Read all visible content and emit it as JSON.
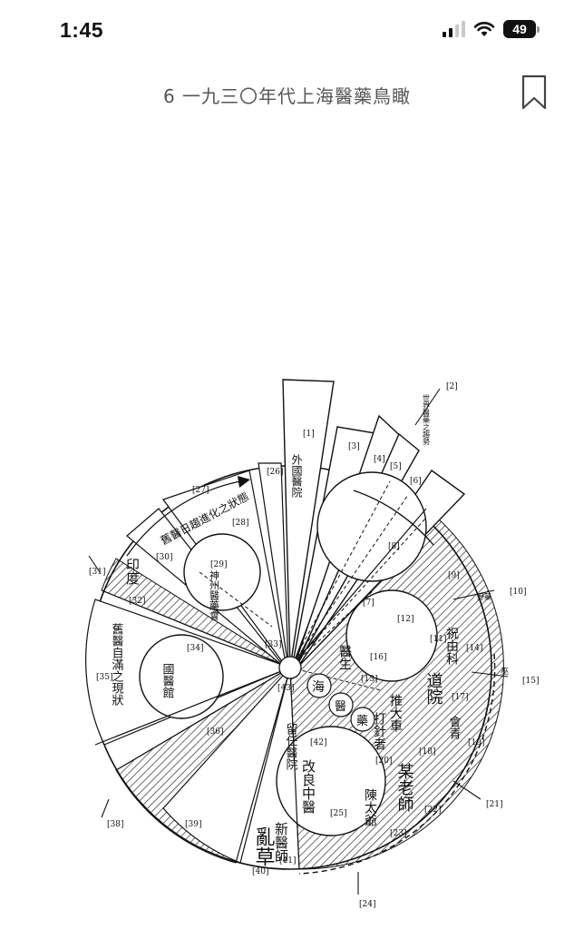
{
  "status_bar": {
    "time": "1:45",
    "battery": "49",
    "icons": [
      "signal-icon",
      "wifi-icon",
      "battery-icon"
    ]
  },
  "header": {
    "title": "6 一九三〇年代上海醫藥鳥瞰",
    "bookmark_icon": "bookmark-icon"
  },
  "diagram": {
    "center_label": "[43]",
    "labels": [
      {
        "id": "l1",
        "text": "外國醫院"
      },
      {
        "id": "l1n",
        "text": "[1]"
      },
      {
        "id": "l2n",
        "text": "[2]"
      },
      {
        "id": "l2",
        "text": "世界醫藥之趨勢"
      },
      {
        "id": "l3n",
        "text": "[3]"
      },
      {
        "id": "l4n",
        "text": "[4]"
      },
      {
        "id": "l5n",
        "text": "[5]"
      },
      {
        "id": "l6n",
        "text": "[6]"
      },
      {
        "id": "l7n",
        "text": "[7]"
      },
      {
        "id": "l8n",
        "text": "[8]"
      },
      {
        "id": "l9n",
        "text": "[9]"
      },
      {
        "id": "l10n",
        "text": "[10]"
      },
      {
        "id": "l10",
        "text": "野藥"
      },
      {
        "id": "l11n",
        "text": "[11]"
      },
      {
        "id": "l12n",
        "text": "[12]"
      },
      {
        "id": "l13n",
        "text": "[13]"
      },
      {
        "id": "l14n",
        "text": "[14]"
      },
      {
        "id": "l14",
        "text": "祝由科"
      },
      {
        "id": "l15n",
        "text": "[15]"
      },
      {
        "id": "l15",
        "text": "巫"
      },
      {
        "id": "l16n",
        "text": "[16]"
      },
      {
        "id": "l17n",
        "text": "[17]"
      },
      {
        "id": "l17",
        "text": "道院"
      },
      {
        "id": "l18n",
        "text": "[18]"
      },
      {
        "id": "l19n",
        "text": "[19]"
      },
      {
        "id": "l19",
        "text": "會青"
      },
      {
        "id": "l20n",
        "text": "[20]"
      },
      {
        "id": "l20",
        "text": "推大車"
      },
      {
        "id": "l20b",
        "text": "打針者"
      },
      {
        "id": "l21n",
        "text": "[21]"
      },
      {
        "id": "l22n",
        "text": "[22]"
      },
      {
        "id": "l22",
        "text": "某老師"
      },
      {
        "id": "l23n",
        "text": "[23]"
      },
      {
        "id": "l23",
        "text": "陳太爺"
      },
      {
        "id": "l24n",
        "text": "[24]"
      },
      {
        "id": "l25n",
        "text": "[25]"
      },
      {
        "id": "l25",
        "text": "改良中醫"
      },
      {
        "id": "l26n",
        "text": "[26]"
      },
      {
        "id": "l27n",
        "text": "[27]"
      },
      {
        "id": "l27",
        "text": "舊醫日趨進化之狀態"
      },
      {
        "id": "l28n",
        "text": "[28]"
      },
      {
        "id": "l29n",
        "text": "[29]"
      },
      {
        "id": "l29",
        "text": "神州醫藥會"
      },
      {
        "id": "l30n",
        "text": "[30]"
      },
      {
        "id": "l31n",
        "text": "[31]"
      },
      {
        "id": "l32n",
        "text": "[32]"
      },
      {
        "id": "l32",
        "text": "印度"
      },
      {
        "id": "l33n",
        "text": "[33]"
      },
      {
        "id": "l34n",
        "text": "[34]"
      },
      {
        "id": "l34",
        "text": "國醫館"
      },
      {
        "id": "l35n",
        "text": "[35]"
      },
      {
        "id": "l35",
        "text": "舊醫自滿之現狀"
      },
      {
        "id": "l36n",
        "text": "[36]"
      },
      {
        "id": "l38n",
        "text": "[38]"
      },
      {
        "id": "l39n",
        "text": "[39]"
      },
      {
        "id": "l40n",
        "text": "[40]"
      },
      {
        "id": "l41n",
        "text": "[41]"
      },
      {
        "id": "l42n",
        "text": "[42]"
      },
      {
        "id": "l42",
        "text": "留任醫院"
      },
      {
        "id": "lhai",
        "text": "海"
      },
      {
        "id": "lyi",
        "text": "醫"
      },
      {
        "id": "lyao",
        "text": "藥"
      },
      {
        "id": "l13",
        "text": "醫生"
      },
      {
        "id": "l41",
        "text": "新醫師"
      },
      {
        "id": "l40",
        "text": "亂草"
      }
    ]
  }
}
